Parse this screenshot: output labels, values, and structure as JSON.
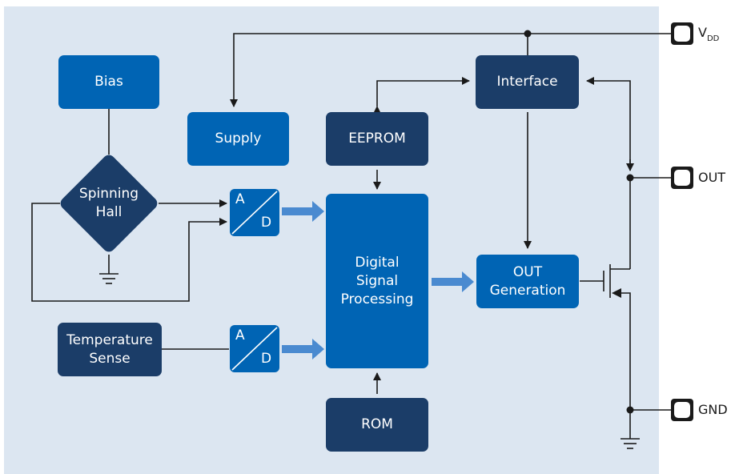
{
  "blocks": {
    "bias": "Bias",
    "supply": "Supply",
    "eeprom": "EEPROM",
    "interface": "Interface",
    "spinning_hall": [
      "Spinning",
      "Hall"
    ],
    "adc_top": {
      "a": "A",
      "d": "D"
    },
    "adc_bottom": {
      "a": "A",
      "d": "D"
    },
    "dsp": [
      "Digital",
      "Signal",
      "Processing"
    ],
    "out_generation": [
      "OUT",
      "Generation"
    ],
    "temperature_sense": [
      "Temperature",
      "Sense"
    ],
    "rom": "ROM"
  },
  "pins": {
    "vdd": "V",
    "vdd_sub": "DD",
    "out": "OUT",
    "gnd": "GND"
  },
  "colors": {
    "background": "#dce6f1",
    "block_light": "#0064b4",
    "block_dark": "#1b3d68",
    "arrow": "#4a8ad0",
    "wire": "#1a1a1a"
  }
}
